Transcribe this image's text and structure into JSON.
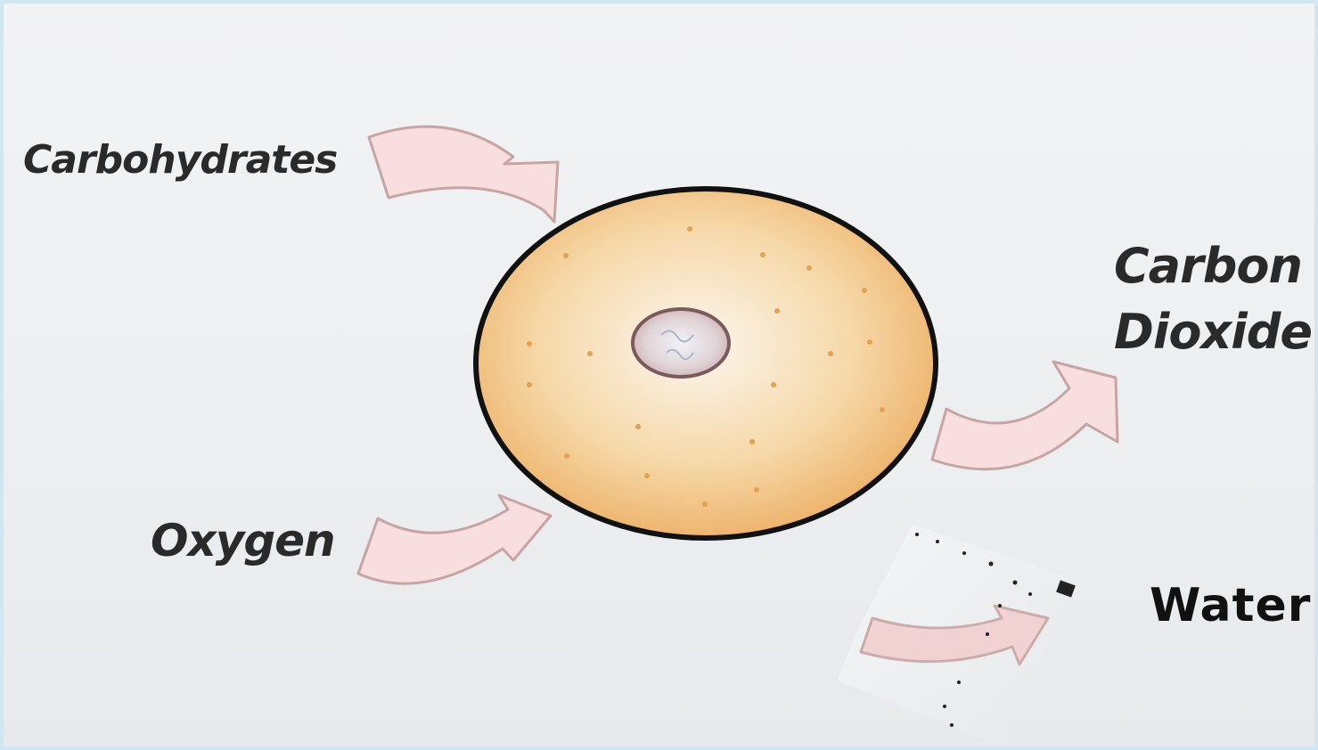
{
  "labels": {
    "carbohydrates": "Carbohydrates",
    "oxygen": "Oxygen",
    "carbon_dioxide_line1": "Carbon",
    "carbon_dioxide_line2": "Dioxide",
    "water": "Water"
  },
  "colors": {
    "arrow_fill": "#f8dede",
    "arrow_stroke": "#c9a4a4",
    "cell_fill_outer": "#eba85a",
    "cell_fill_inner": "#fbf6ee",
    "cell_outline": "#111111",
    "nucleus_fill": "#d9bfc0",
    "border": "#cfe6f3"
  }
}
